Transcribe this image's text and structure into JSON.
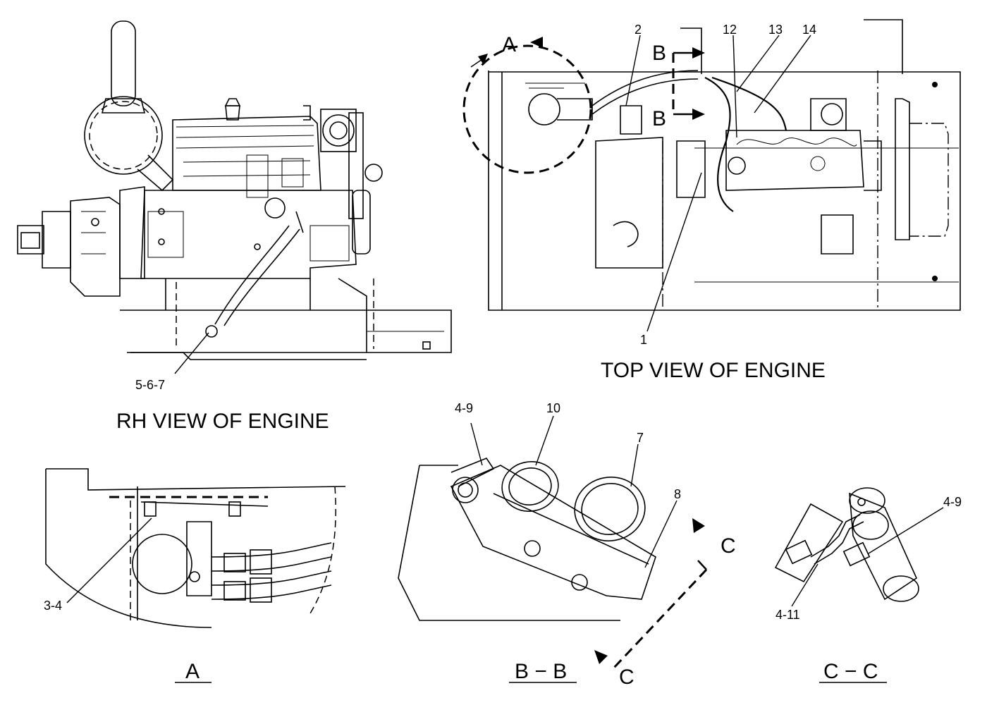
{
  "views": {
    "rh_view_title": "RH VIEW OF ENGINE",
    "top_view_title": "TOP VIEW OF ENGINE",
    "detail_a_label": "A",
    "section_bb_label": "B − B",
    "section_cc_label": "C − C"
  },
  "markers": {
    "detail_a": "A",
    "section_b_top": "B",
    "section_b_bottom": "B",
    "section_c_top": "C",
    "section_c_bottom": "C"
  },
  "callouts": {
    "c_5_6_7": "5-6-7",
    "c_2": "2",
    "c_12": "12",
    "c_13": "13",
    "c_14": "14",
    "c_1": "1",
    "c_3_4": "3-4",
    "c_4_9_bb": "4-9",
    "c_10": "10",
    "c_7": "7",
    "c_8": "8",
    "c_4_9_cc": "4-9",
    "c_4_11": "4-11"
  }
}
